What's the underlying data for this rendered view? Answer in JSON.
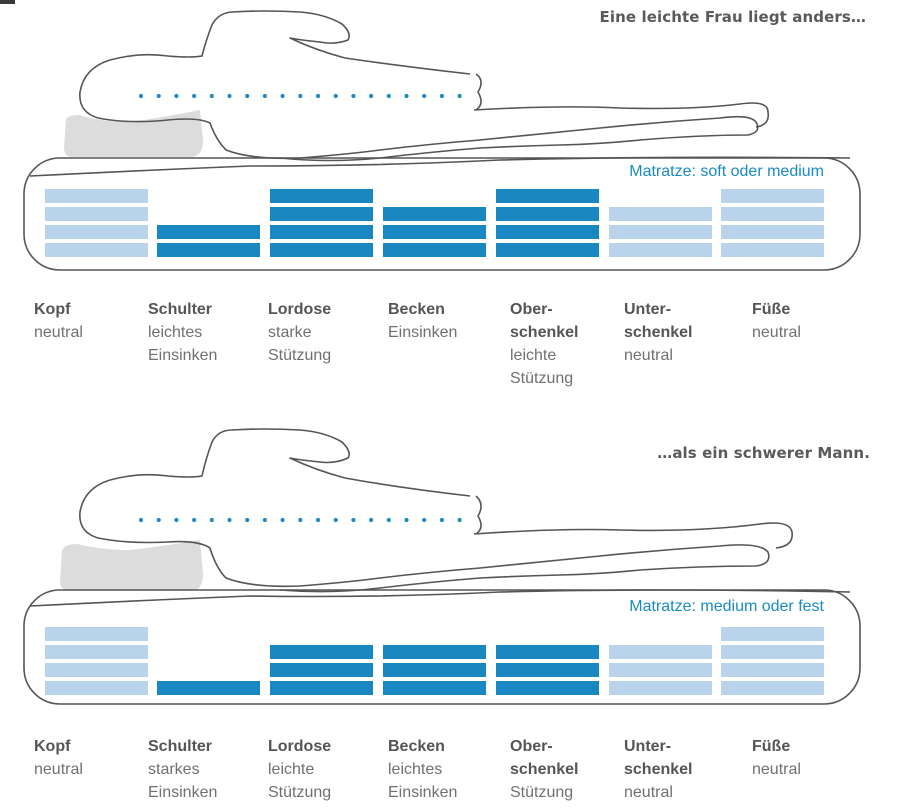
{
  "colors": {
    "light_bar": "#b8d3ea",
    "dark_bar": "#1a87c0",
    "accent": "#1a8bc2",
    "pillow": "#dcdcdc",
    "outline": "#555555"
  },
  "panels": [
    {
      "headline": "Eine leichte Frau liegt anders…",
      "mattress_label": "Matratze: soft oder medium",
      "zones": [
        {
          "name": "Kopf",
          "description": "neutral",
          "bars": 4,
          "shade": "light"
        },
        {
          "name": "Schulter",
          "description": "leichtes Einsinken",
          "bars": 2,
          "shade": "dark"
        },
        {
          "name": "Lordose",
          "description": "starke Stützung",
          "bars": 4,
          "shade": "dark"
        },
        {
          "name": "Becken",
          "description": "Einsinken",
          "bars": 3,
          "shade": "dark"
        },
        {
          "name": "Ober-schenkel",
          "description": "leichte Stützung",
          "bars": 4,
          "shade": "dark"
        },
        {
          "name": "Unter-schenkel",
          "description": "neutral",
          "bars": 3,
          "shade": "light"
        },
        {
          "name": "Füße",
          "description": "neutral",
          "bars": 4,
          "shade": "light"
        }
      ]
    },
    {
      "headline": "…als ein schwerer Mann.",
      "mattress_label": "Matratze: medium oder fest",
      "zones": [
        {
          "name": "Kopf",
          "description": "neutral",
          "bars": 4,
          "shade": "light"
        },
        {
          "name": "Schulter",
          "description": "starkes Einsinken",
          "bars": 1,
          "shade": "dark"
        },
        {
          "name": "Lordose",
          "description": "leichte Stützung",
          "bars": 3,
          "shade": "dark"
        },
        {
          "name": "Becken",
          "description": "leichtes Einsinken",
          "bars": 3,
          "shade": "dark"
        },
        {
          "name": "Ober-schenkel",
          "description": "Stützung",
          "bars": 3,
          "shade": "dark"
        },
        {
          "name": "Unter-schenkel",
          "description": "neutral",
          "bars": 3,
          "shade": "light"
        },
        {
          "name": "Füße",
          "description": "neutral",
          "bars": 4,
          "shade": "light"
        }
      ]
    }
  ]
}
